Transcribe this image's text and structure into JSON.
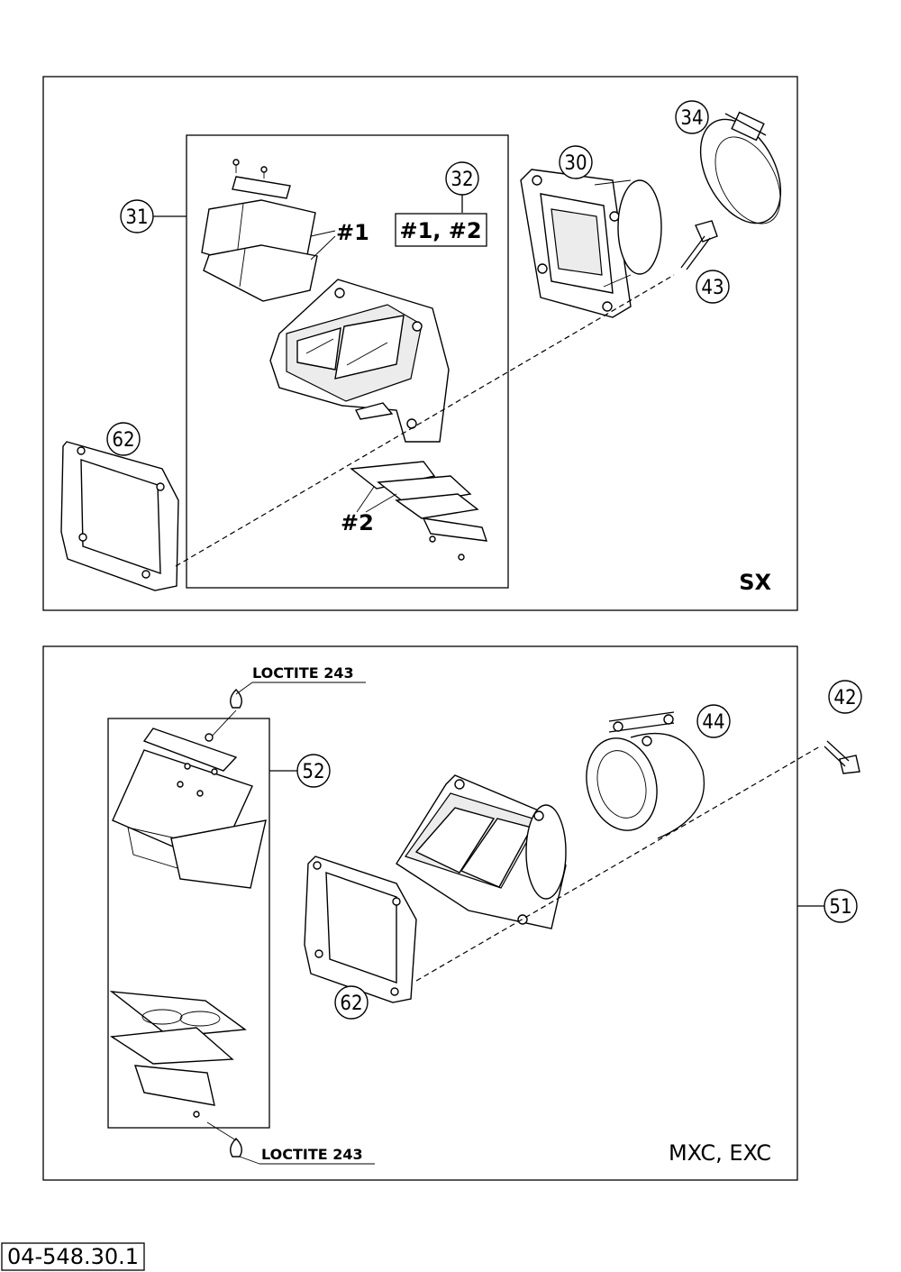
{
  "panel_top": {
    "model_label": "SX",
    "callouts": [
      "30",
      "31",
      "32",
      "34",
      "43",
      "62"
    ],
    "kit_label": "#1, #2",
    "reed_label_1": "#1",
    "reed_label_2": "#2"
  },
  "panel_bottom": {
    "model_label": "MXC, EXC",
    "callouts": [
      "42",
      "44",
      "51",
      "52",
      "62"
    ],
    "loctite_top": "LOCTITE 243",
    "loctite_bottom": "LOCTITE 243"
  },
  "drawing_number": "04-548.30.1"
}
